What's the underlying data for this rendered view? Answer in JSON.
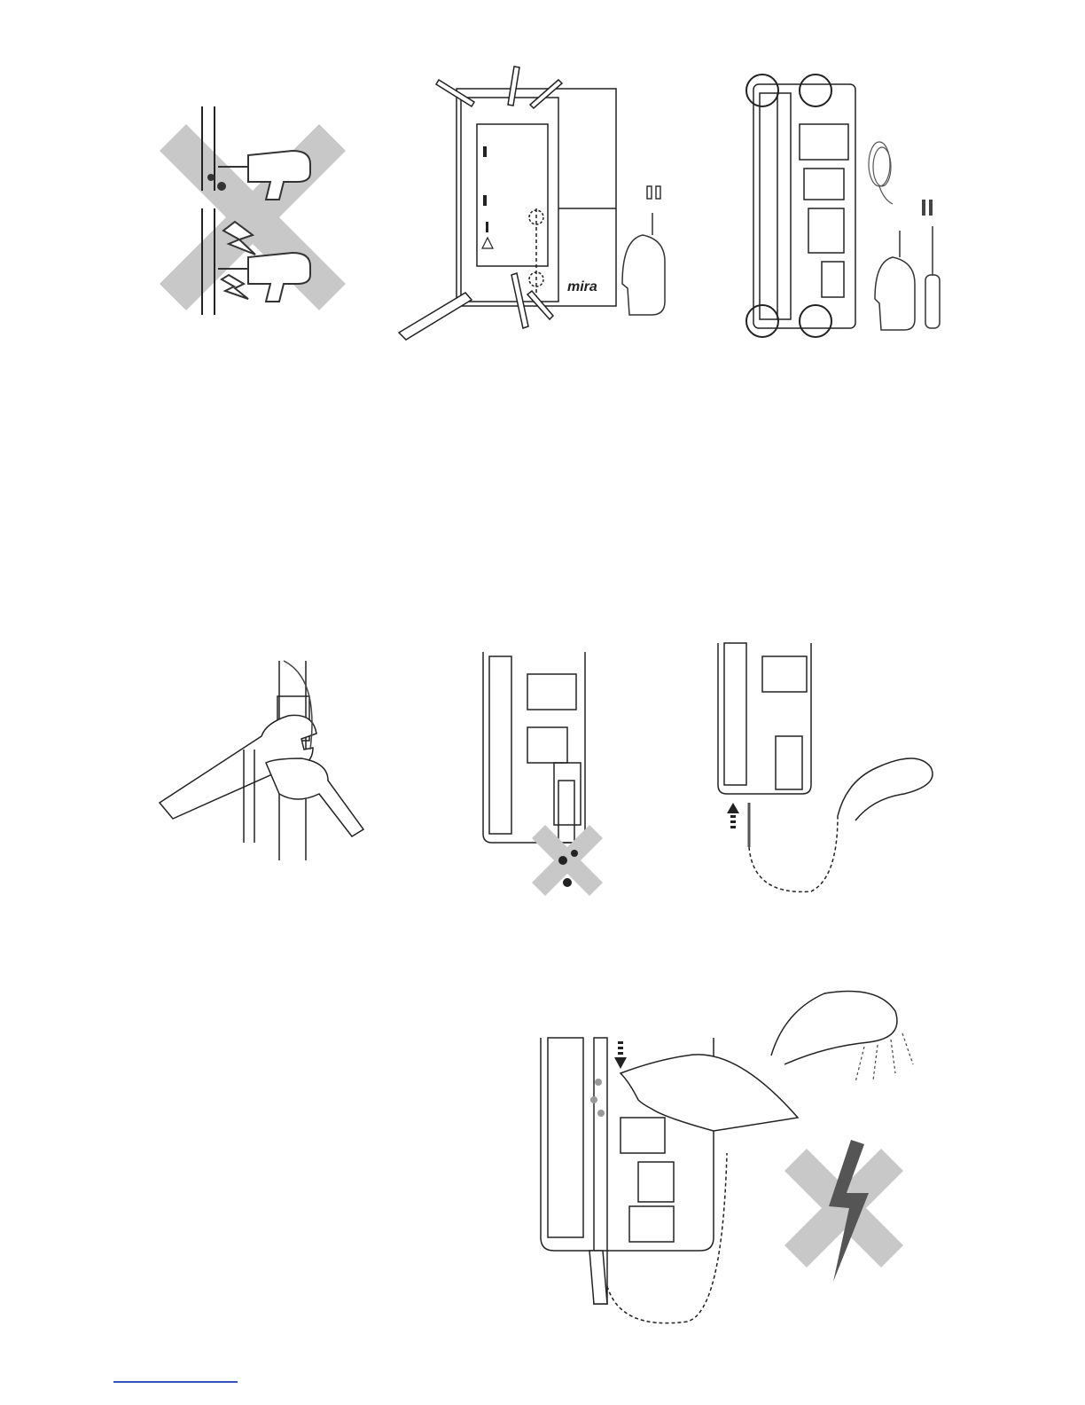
{
  "page": {
    "figures": [
      {
        "id": "fig1",
        "icon": "no-drill-pipes-cables-icon"
      },
      {
        "id": "fig2",
        "icon": "mark-fixing-holes-template-icon"
      },
      {
        "id": "fig3",
        "icon": "fix-unit-to-wall-icon"
      },
      {
        "id": "fig4",
        "icon": "tighten-inlet-connector-icon"
      },
      {
        "id": "fig5",
        "icon": "check-for-leaks-icon"
      },
      {
        "id": "fig6",
        "icon": "connect-shower-hose-icon"
      },
      {
        "id": "fig7",
        "icon": "flush-unit-no-power-icon"
      }
    ],
    "template_logo": "mira",
    "colors": {
      "cross": "#c8c8c8",
      "cross_dark": "#9a9a9a",
      "line": "#222222",
      "link": "#3355bb"
    }
  }
}
